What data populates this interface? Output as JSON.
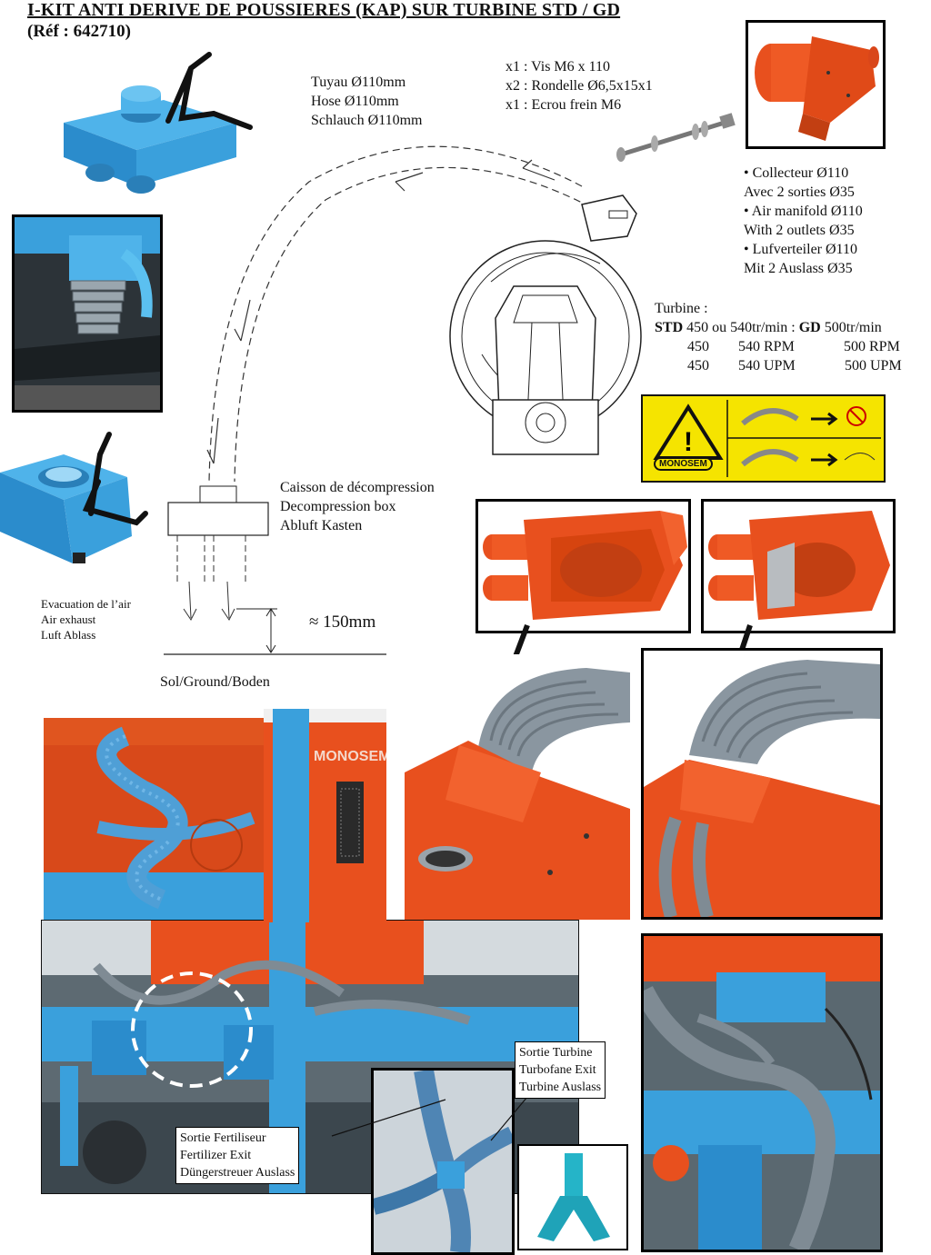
{
  "header": {
    "title": "I-KIT ANTI DERIVE DE POUSSIERES (KAP) SUR TURBINE STD / GD",
    "ref": "(Réf : 642710)"
  },
  "hose": {
    "line1": "Tuyau Ø110mm",
    "line2": "Hose Ø110mm",
    "line3": "Schlauch Ø110mm"
  },
  "parts": {
    "line1": "x1 : Vis M6 x 110",
    "line2": "x2 : Rondelle Ø6,5x15x1",
    "line3": "x1 : Ecrou frein M6"
  },
  "collector": {
    "line1": "• Collecteur Ø110",
    "line2": "Avec 2 sorties Ø35",
    "line3": "• Air manifold Ø110",
    "line4": "With 2 outlets Ø35",
    "line5": "• Lufverteiler Ø110",
    "line6": "Mit 2 Auslass Ø35"
  },
  "turbine": {
    "heading": "Turbine :",
    "std_label": "STD",
    "std_text": " 450 ou 540tr/min : ",
    "gd_label": "GD",
    "gd_text": " 500tr/min",
    "row1": [
      "450",
      "540 RPM",
      "500 RPM"
    ],
    "row2": [
      "450",
      "540 UPM",
      "500 UPM"
    ]
  },
  "warning_sign": {
    "brand": "MONOSEM"
  },
  "decompression": {
    "line1": "Caisson de décompression",
    "line2": "Decompression box",
    "line3": "Abluft Kasten"
  },
  "air_exit": {
    "line1": "Evacuation de l’air",
    "line2": "Air exhaust",
    "line3": "Luft Ablass"
  },
  "height": {
    "label": "≈ 150mm"
  },
  "ground": {
    "label": "Sol/Ground/Boden"
  },
  "photo_brand": {
    "text": "MONOSEM"
  },
  "fertilizer_exit": {
    "line1": "Sortie Fertiliseur",
    "line2": "Fertilizer Exit",
    "line3": "Düngerstreuer Auslass"
  },
  "turbine_exit": {
    "line1": "Sortie Turbine",
    "line2": "Turbofane Exit",
    "line3": "Turbine Auslass"
  },
  "colors": {
    "machine_blue": "#3aa0dc",
    "machine_orange": "#e8501e",
    "hose_grey": "#8a96a0",
    "sign_yellow": "#f5e400"
  }
}
